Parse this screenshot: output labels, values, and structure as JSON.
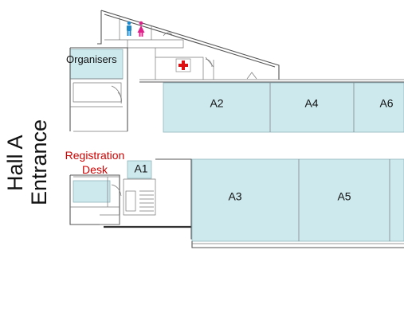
{
  "map": {
    "entrance_title_line1": "Hall A",
    "entrance_title_line2": "Entrance",
    "organisers_label": "Organisers",
    "registration_line1": "Registration",
    "registration_line2": "Desk",
    "registration_color": "#cc0000",
    "stall_fill": "#cde9ee",
    "first_aid_color": "#dd1111",
    "stalls": [
      "A1",
      "A2",
      "A3",
      "A4",
      "A5",
      "A6"
    ],
    "icons": [
      "male-toilet-icon",
      "female-toilet-icon",
      "first-aid-icon"
    ],
    "toilet_male_color": "#1e88c8",
    "toilet_female_color": "#e0208a"
  }
}
